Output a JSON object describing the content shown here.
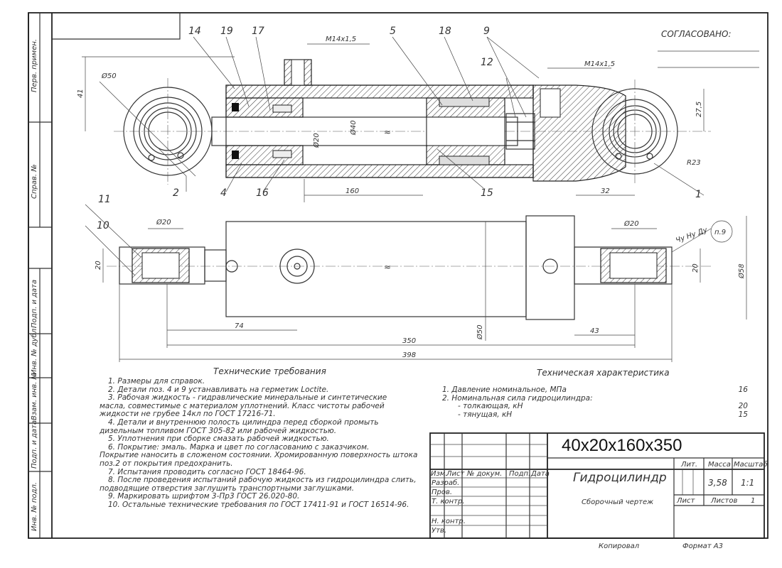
{
  "approval_label": "СОГЛАСОВАНО:",
  "side_stamps": [
    "Перв. примен.",
    "Справ. №",
    "Подп. и дата",
    "Инв. № дубл.",
    "Взам. инв. №",
    "Подп. и дата",
    "Инв. № подл."
  ],
  "part_numbers": {
    "p14": "14",
    "p19": "19",
    "p17": "17",
    "p5": "5",
    "p18": "18",
    "p9": "9",
    "p12": "12",
    "p2": "2",
    "p4": "4",
    "p16": "16",
    "p15": "15",
    "p1": "1",
    "p11": "11",
    "p10": "10"
  },
  "dimensions": {
    "thread_left": "M14x1,5",
    "thread_right": "M14x1,5",
    "d50_top": "Ø50",
    "h41": "41",
    "d20_rod": "Ø20",
    "d40": "Ø40",
    "h27_5": "27,5",
    "r23": "R23",
    "l160": "160",
    "l32": "32",
    "d20_left": "Ø20",
    "d20_right": "Ø20",
    "h20_left": "20",
    "h20_right": "20",
    "d58": "Ø58",
    "d50_bottom": "Ø50",
    "l74": "74",
    "l43": "43",
    "l350": "350",
    "l398": "398",
    "roughness": "Чу Ну Ду",
    "roughness_note": "п.9"
  },
  "requirements": {
    "title": "Технические требования",
    "lines": [
      "1.   Размеры для справок.",
      "2.   Детали поз.   4 и   9 устанавливать на герметик Loctite.",
      "3.   Рабочая жидкость - гидравлические минеральные и синтетические",
      "масла, совместимые с материалом уплотнений. Класс чистоты рабочей",
      "жидкости не грубее 14кл по ГОСТ 17216-71.",
      "4.   Детали и внутреннюю полость  цилиндра перед  сборкой промыть",
      "дизельным  топливом  ГОСТ 305-82 или рабочей жидкостью.",
      "5.   Уплотнения при сборке смазать рабочей жидкостью.",
      "6.   Покрытие: эмаль. Марка и цвет по согласованию с заказчиком.",
      "Покрытие наносить в сложеном состоянии. Хромированную поверхность штока",
      "поз.2  от покрытия предохранить.",
      "7.   Испытания проводить согласно ГОСТ 18464-96.",
      "8.   После проведения испытаний рабочую жидкость из гидроцилиндра слить,",
      "подводящие отверстия заглушить транспортными заглушками.",
      "9.   Маркировать шрифтом 3-Пр3 ГОСТ 26.020-80.",
      "10.   Остальные технические требования по ГОСТ 17411-91 и ГОСТ 16514-96."
    ]
  },
  "characteristics": {
    "title": "Техническая характеристика",
    "items": [
      {
        "label": "1.   Давление номинальное, МПа",
        "value": "16"
      },
      {
        "label": "2.   Номинальная сила гидроцилиндра:",
        "value": ""
      },
      {
        "label": "- толкающая, кН",
        "value": "20"
      },
      {
        "label": "- тянущая, кН",
        "value": "15"
      }
    ]
  },
  "title_block": {
    "designation": "40x20x160x350",
    "name": "Гидроцилиндр",
    "doc_type": "Сборочный чертеж",
    "lit_label": "Лит.",
    "mass_label": "Масса",
    "scale_label": "Масштаб",
    "mass": "3,58",
    "scale": "1:1",
    "sheet_label": "Лист",
    "sheets_label": "Листов",
    "sheets": "1",
    "col_izm": "Изм.",
    "col_list": "Лист",
    "col_doc": "№ докум.",
    "col_sign": "Подп.",
    "col_date": "Дата",
    "row_razrab": "Разраб.",
    "row_prov": "Пров.",
    "row_tkontr": "Т. контр.",
    "row_nkontr": "Н. контр.",
    "row_utv": "Утв.",
    "copied": "Копировал",
    "format": "Формат А3"
  }
}
